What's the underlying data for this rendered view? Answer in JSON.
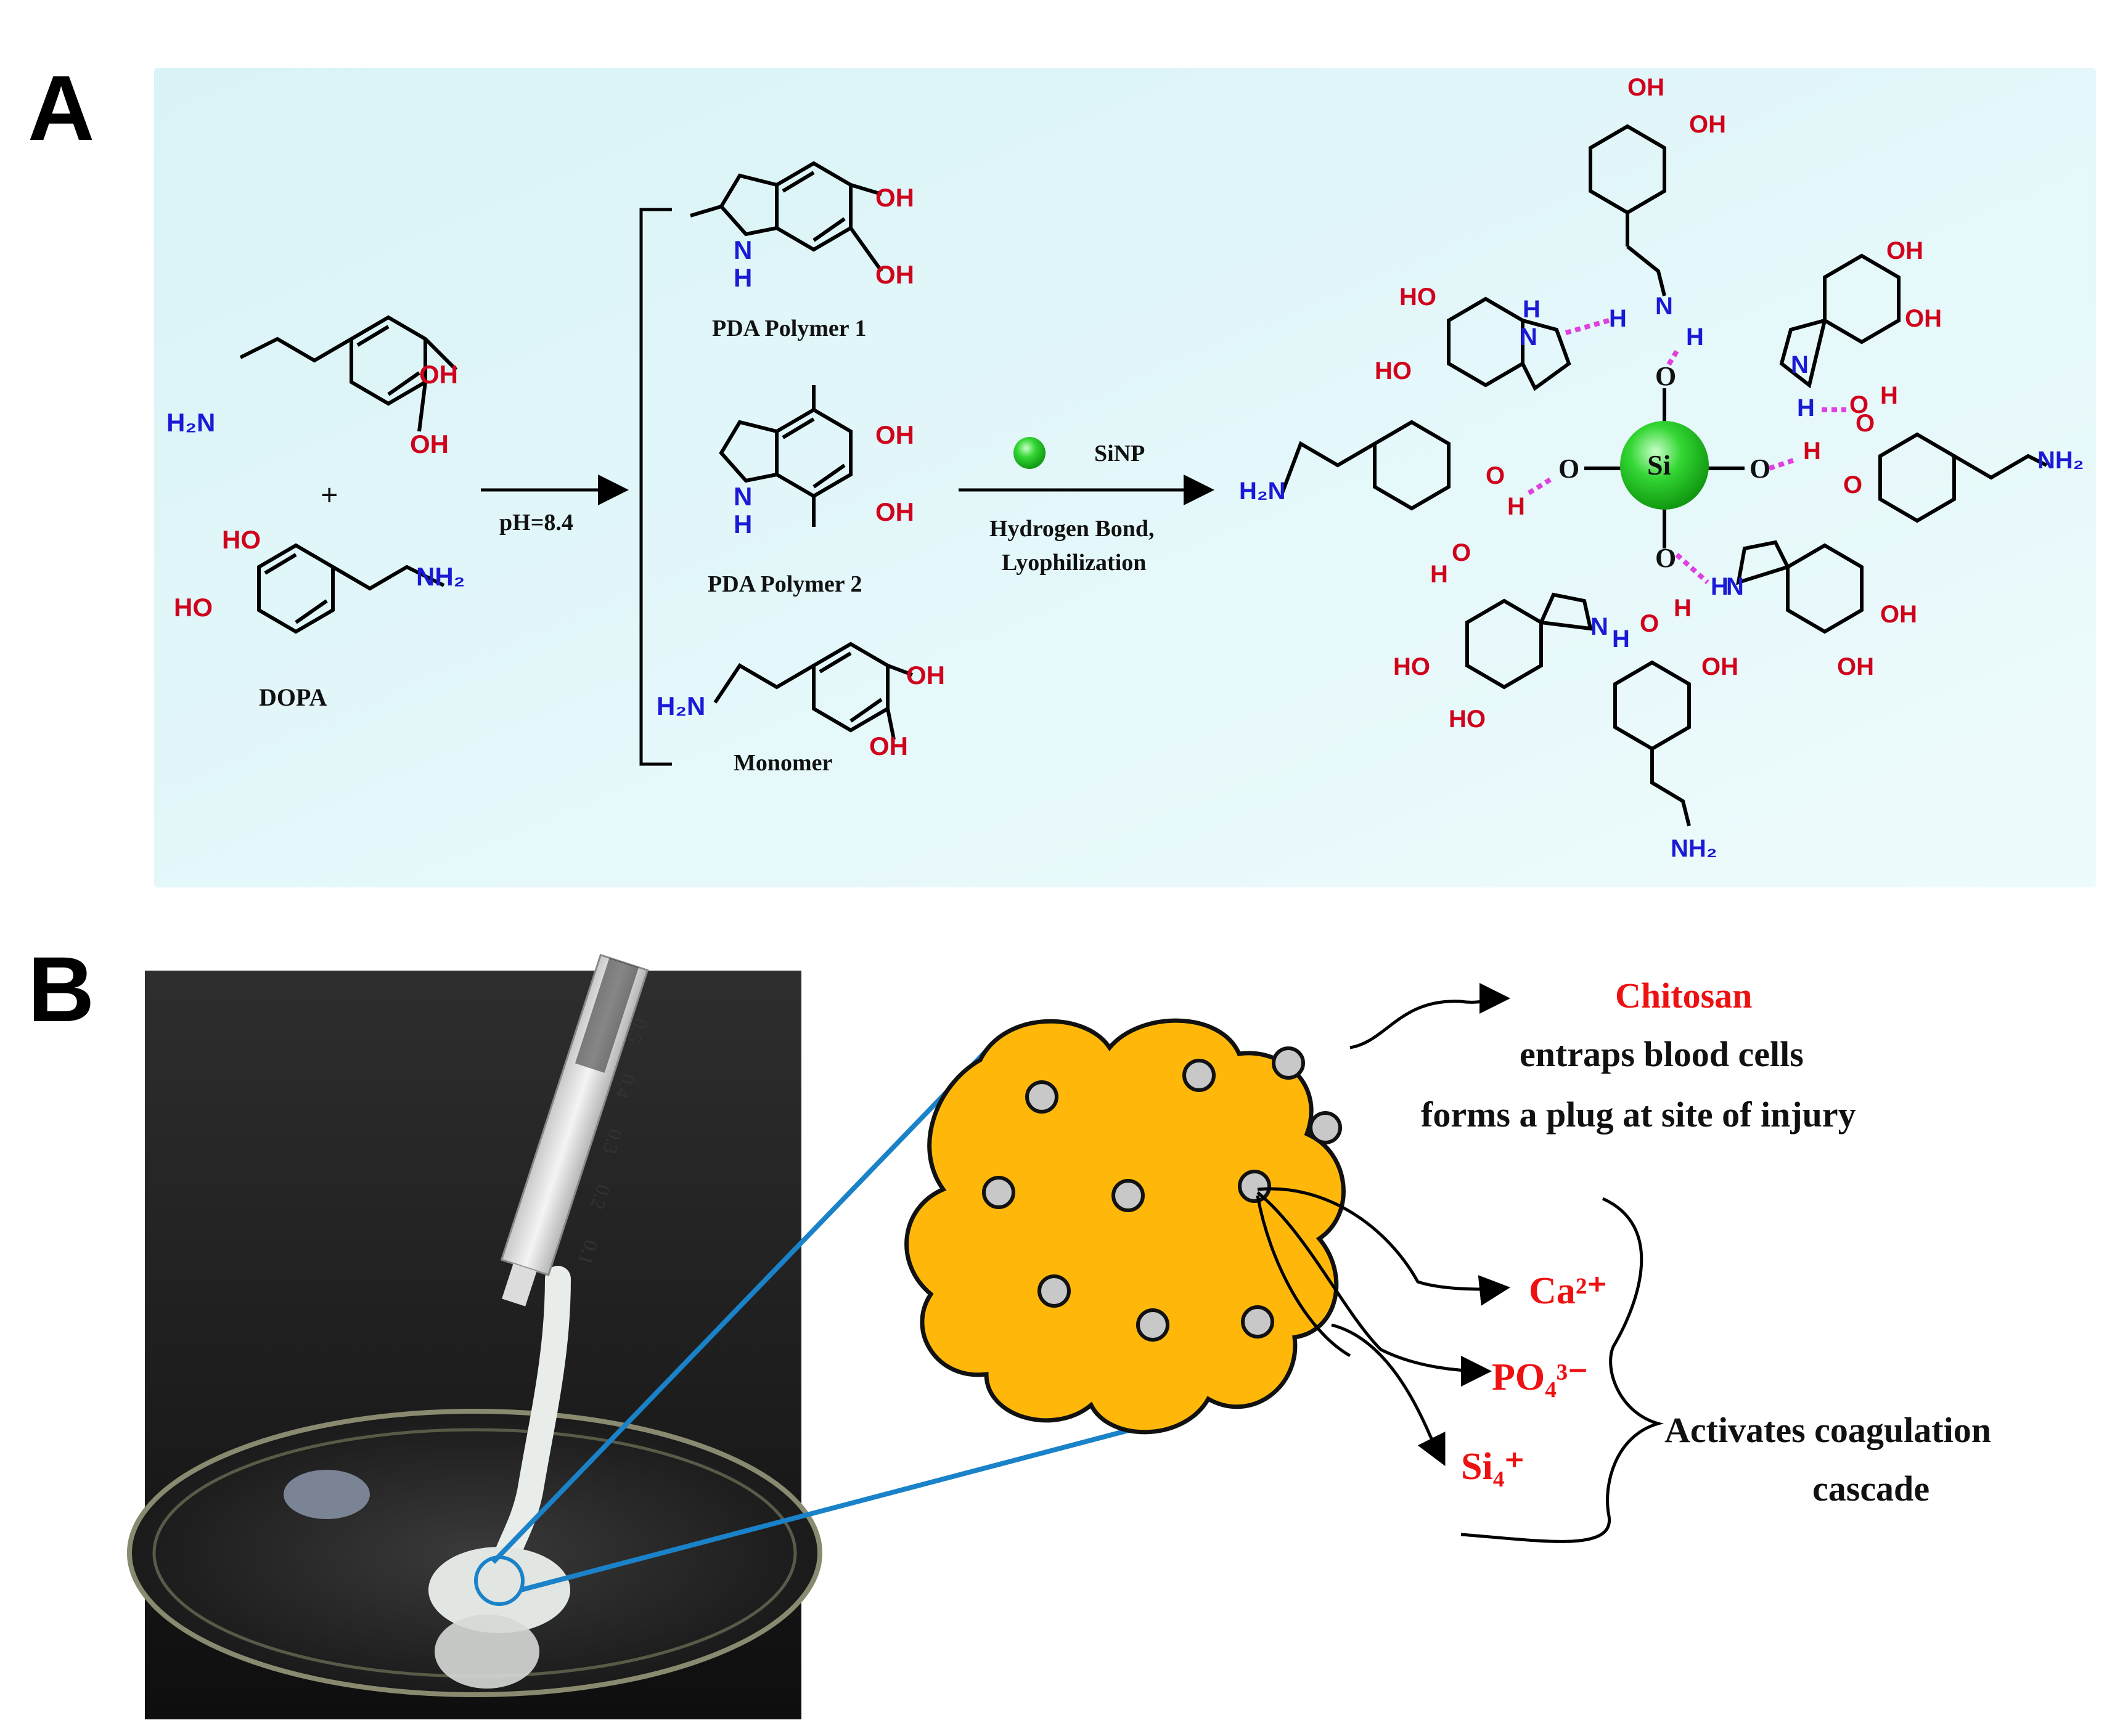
{
  "panels": {
    "a": "A",
    "b": "B"
  },
  "panel_a": {
    "reactant_1": {
      "oh_top": "OH",
      "oh_bottom": "OH",
      "amine": "H₂N"
    },
    "plus": "+",
    "reactant_2": {
      "oh_top": "HO",
      "oh_bottom": "HO",
      "amine": "NH₂"
    },
    "dopa_label": "DOPA",
    "step1_condition": "pH=8.4",
    "products": {
      "polymer1": {
        "label": "PDA Polymer 1",
        "oh1": "OH",
        "oh2": "OH",
        "n": "N",
        "h": "H"
      },
      "polymer2": {
        "label": "PDA Polymer 2",
        "oh1": "OH",
        "oh2": "OH",
        "n": "N",
        "h": "H"
      },
      "monomer": {
        "label": "Monomer",
        "oh1": "OH",
        "oh2": "OH",
        "amine": "H₂N"
      }
    },
    "step2_reagent": "SiNP",
    "step2_line1": "Hydrogen Bond,",
    "step2_line2": "Lyophilization",
    "si_center": "Si",
    "complex": {
      "oh_a": "OH",
      "oh_b": "OH",
      "oh_c": "OH",
      "oh_d": "OH",
      "oh_e": "OH",
      "oh_f": "OH",
      "oh_g": "OH",
      "ho_a": "HO",
      "ho_b": "HO",
      "ho_c": "HO",
      "ho_d": "HO",
      "o": "O",
      "h": "H",
      "n": "N",
      "nh2_left": "H₂N",
      "nh2_right": "NH₂",
      "nh2_bottom": "NH₂"
    }
  },
  "panel_b": {
    "chitosan": "Chitosan",
    "chitosan_line1": "entraps blood cells",
    "chitosan_line2": "forms a plug at site of injury",
    "ion1": "Ca²⁺",
    "ion2": "PO₄³⁻",
    "ion3": "Si₄⁺",
    "activates_line1": "Activates coagulation",
    "activates_line2": "cascade",
    "syringe_marks": [
      "0.5",
      "0.4",
      "0.3",
      "0.2",
      "0.1"
    ]
  },
  "colors": {
    "panel_a_bg": "#e4f7fa",
    "oxygen_red": "#d0011b",
    "nitrogen_blue": "#1a1ad6",
    "h_bond_magenta": "#e040e0",
    "sinp_green": "#33d633",
    "cloud_orange": "#ffb80a",
    "zoom_line_blue": "#1a82c8",
    "ion_red": "#ee1111"
  }
}
